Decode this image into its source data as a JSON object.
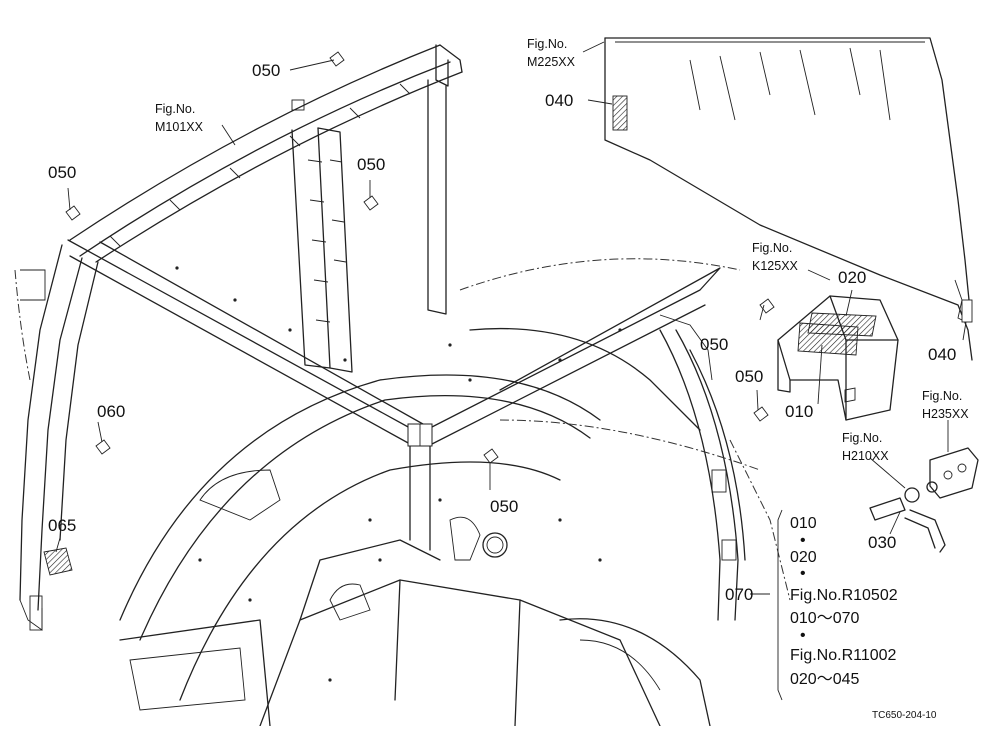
{
  "callouts": {
    "c050_top": "050",
    "c050_left": "050",
    "c050_mid": "050",
    "c050_right1": "050",
    "c050_right2": "050",
    "c050_bottom": "050",
    "c040_top": "040",
    "c040_right": "040",
    "c020": "020",
    "c010": "010",
    "c060": "060",
    "c065": "065",
    "c030": "030",
    "c070": "070"
  },
  "fig_refs": {
    "m225": {
      "label": "Fig.No.",
      "code": "M225XX"
    },
    "m101": {
      "label": "Fig.No.",
      "code": "M101XX"
    },
    "k125": {
      "label": "Fig.No.",
      "code": "K125XX"
    },
    "h235": {
      "label": "Fig.No.",
      "code": "H235XX"
    },
    "h210": {
      "label": "Fig.No.",
      "code": "H210XX"
    }
  },
  "note": {
    "line1": "010",
    "bullet1": "•",
    "line2": "020",
    "bullet2": "•",
    "line3": "Fig.No.R10502",
    "line4": "010～070",
    "bullet3": "•",
    "line5": "Fig.No.R11002",
    "line6": "020～045"
  },
  "drawing_code": "TC650-204-10"
}
